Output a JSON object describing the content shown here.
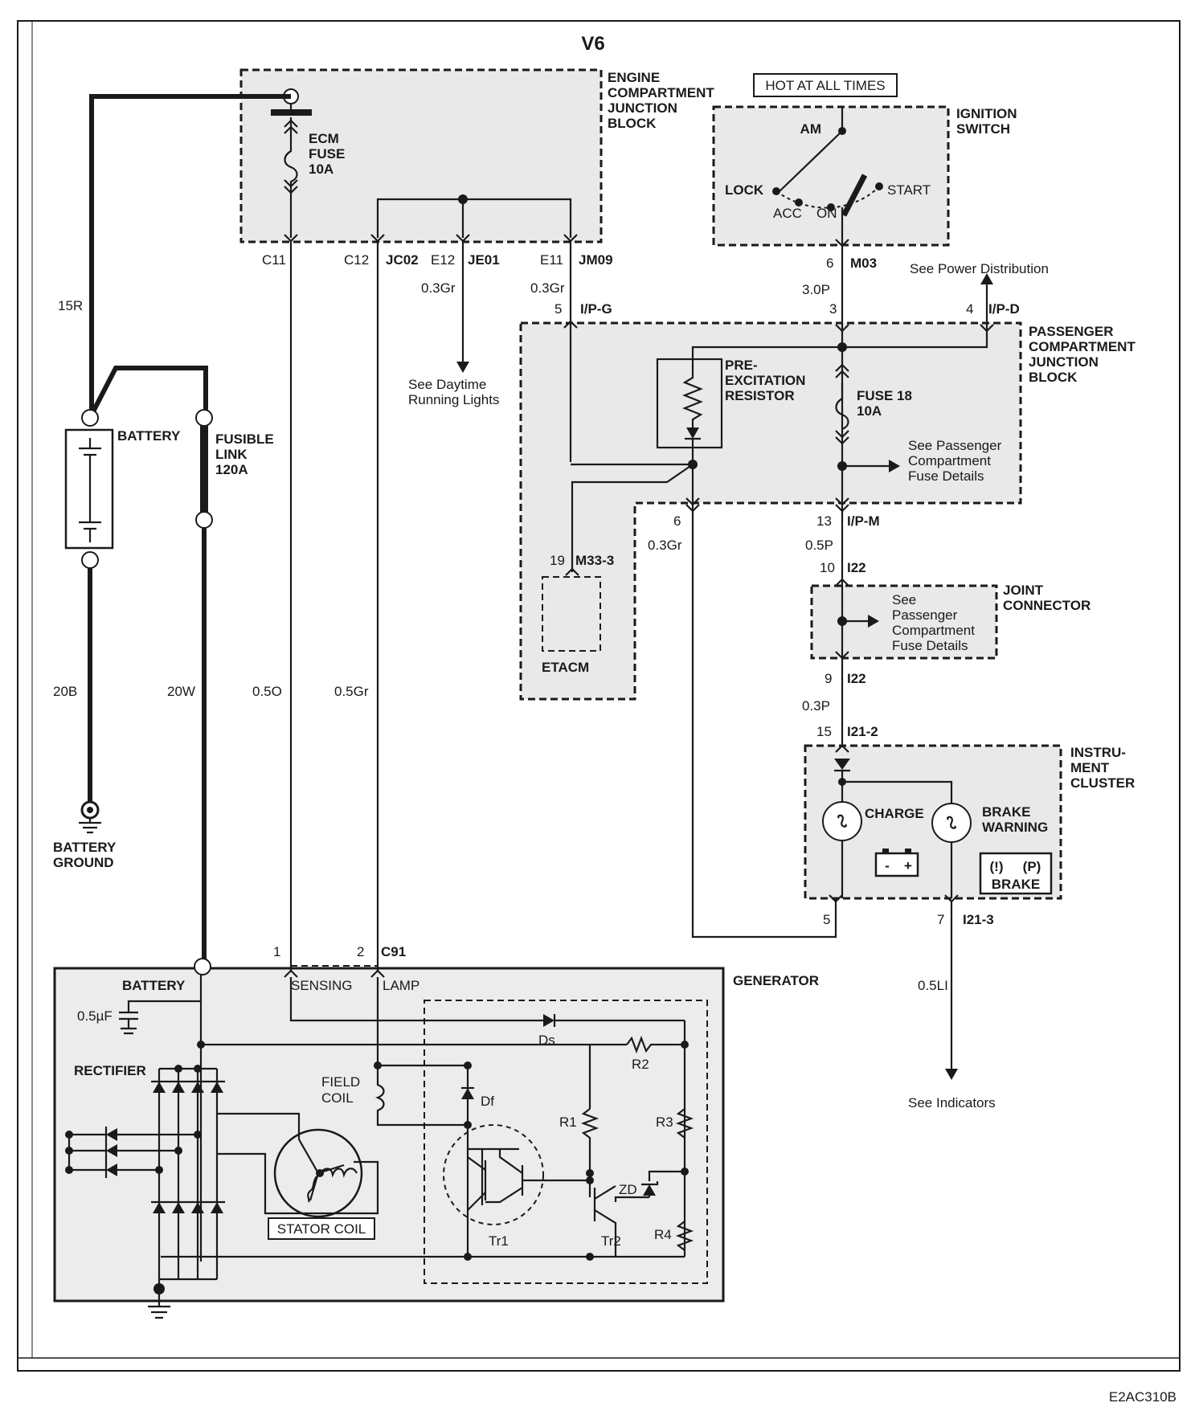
{
  "title": "V6",
  "hot_at_all_times": "HOT AT ALL TIMES",
  "figure_code": "E2AC310B",
  "engine_junction_block": {
    "label": [
      "ENGINE",
      "COMPARTMENT",
      "JUNCTION",
      "BLOCK"
    ],
    "ecm_fuse": [
      "ECM",
      "FUSE",
      "10A"
    ]
  },
  "ignition_switch": {
    "label": [
      "IGNITION",
      "SWITCH"
    ],
    "positions": {
      "am": "AM",
      "lock": "LOCK",
      "acc": "ACC",
      "on": "ON",
      "start": "START"
    }
  },
  "passenger_junction_block": {
    "label": [
      "PASSENGER",
      "COMPARTMENT",
      "JUNCTION",
      "BLOCK"
    ],
    "resistor": [
      "PRE-",
      "EXCITATION",
      "RESISTOR"
    ],
    "fuse": [
      "FUSE 18",
      "10A"
    ],
    "see_fuse": [
      "See Passenger",
      "Compartment",
      "Fuse Details"
    ]
  },
  "joint_connector": {
    "label": [
      "JOINT",
      "CONNECTOR"
    ],
    "see": [
      "See",
      "Passenger",
      "Compartment",
      "Fuse Details"
    ]
  },
  "instrument_cluster": {
    "label": [
      "INSTRU-",
      "MENT",
      "CLUSTER"
    ],
    "charge": "CHARGE",
    "brake_warning": [
      "BRAKE",
      "WARNING"
    ],
    "brake": "BRAKE",
    "brake_symbols": [
      "(!)",
      "(P)"
    ],
    "battery_symbols": [
      "-",
      "+"
    ]
  },
  "etacm": "ETACM",
  "battery": {
    "label": "BATTERY",
    "ground": [
      "BATTERY",
      "GROUND"
    ]
  },
  "fusible_link": [
    "FUSIBLE",
    "LINK",
    "120A"
  ],
  "generator": {
    "label": "GENERATOR",
    "battery": "BATTERY",
    "sensing": "SENSING",
    "lamp": "LAMP",
    "capacitor": "0.5µF",
    "rectifier": "RECTIFIER",
    "field_coil": [
      "FIELD",
      "COIL"
    ],
    "stator_coil": "STATOR COIL",
    "components": {
      "ds": "Ds",
      "df": "Df",
      "r1": "R1",
      "r2": "R2",
      "r3": "R3",
      "r4": "R4",
      "zd": "ZD",
      "tr1": "Tr1",
      "tr2": "Tr2"
    }
  },
  "wires": {
    "w15r": "15R",
    "w20b": "20B",
    "w20w": "20W",
    "w05o": "0.5O",
    "w05gr": "0.5Gr",
    "w03gr_a": "0.3Gr",
    "w03gr_b": "0.3Gr",
    "w03gr_c": "0.3Gr",
    "w30p": "3.0P",
    "w05p": "0.5P",
    "w03p": "0.3P",
    "w05li": "0.5LI"
  },
  "pins": {
    "c11": "C11",
    "c12": "C12",
    "e12": "E12",
    "e11": "E11",
    "p6": "6",
    "p5": "5",
    "p3": "3",
    "p4": "4",
    "p6b": "6",
    "p13": "13",
    "p19": "19",
    "p10": "10",
    "p9": "9",
    "p15": "15",
    "p5b": "5",
    "p7": "7",
    "p1": "1",
    "p2": "2"
  },
  "connectors": {
    "jc02": "JC02",
    "je01": "JE01",
    "jm09": "JM09",
    "m03": "M03",
    "ipg": "I/P-G",
    "ipd": "I/P-D",
    "ipm": "I/P-M",
    "m333": "M33-3",
    "i22a": "I22",
    "i22b": "I22",
    "i212": "I21-2",
    "i213": "I21-3",
    "c91": "C91"
  },
  "refs": {
    "power": "See Power Distribution",
    "drl": [
      "See Daytime",
      "Running Lights"
    ],
    "indicators": "See Indicators"
  }
}
